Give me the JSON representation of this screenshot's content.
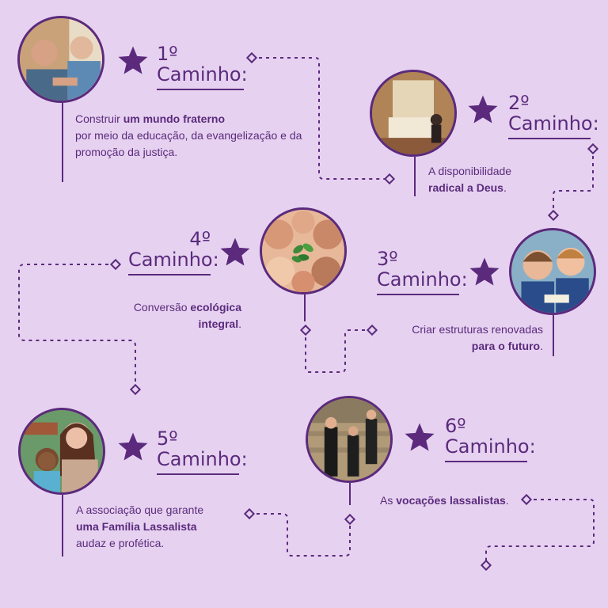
{
  "paths": [
    {
      "heading_number": "1º",
      "heading_word": "Caminho:",
      "description_before": "Construir ",
      "description_bold": "um mundo fraterno",
      "description_after": "por meio da educação, da evangelização e da promoção da justiça."
    },
    {
      "heading_number": "2º",
      "heading_word": "Caminho:",
      "description_before": "A disponibilidade",
      "description_bold": "radical a Deus",
      "description_after": "."
    },
    {
      "heading_number": "3º",
      "heading_word": "Caminho:",
      "description_before": "Criar estruturas renovadas",
      "description_bold": "para o futuro",
      "description_after": "."
    },
    {
      "heading_number": "4º",
      "heading_word": "Caminho:",
      "description_before": "Conversão ",
      "description_bold": "ecológica integral",
      "description_after": "."
    },
    {
      "heading_number": "5º",
      "heading_word": "Caminho:",
      "description_before": "A associação que garante",
      "description_bold": "uma Família Lassalista",
      "description_after": "audaz e profética."
    },
    {
      "heading_number": "6º",
      "heading_word": "Caminho:",
      "description_before": "As ",
      "description_bold": "vocações lassalistas",
      "description_after": "."
    }
  ],
  "colors": {
    "background": "#e6d2f0",
    "accent": "#5b2a7d"
  },
  "icons": [
    "star-icon",
    "diamond-icon"
  ]
}
